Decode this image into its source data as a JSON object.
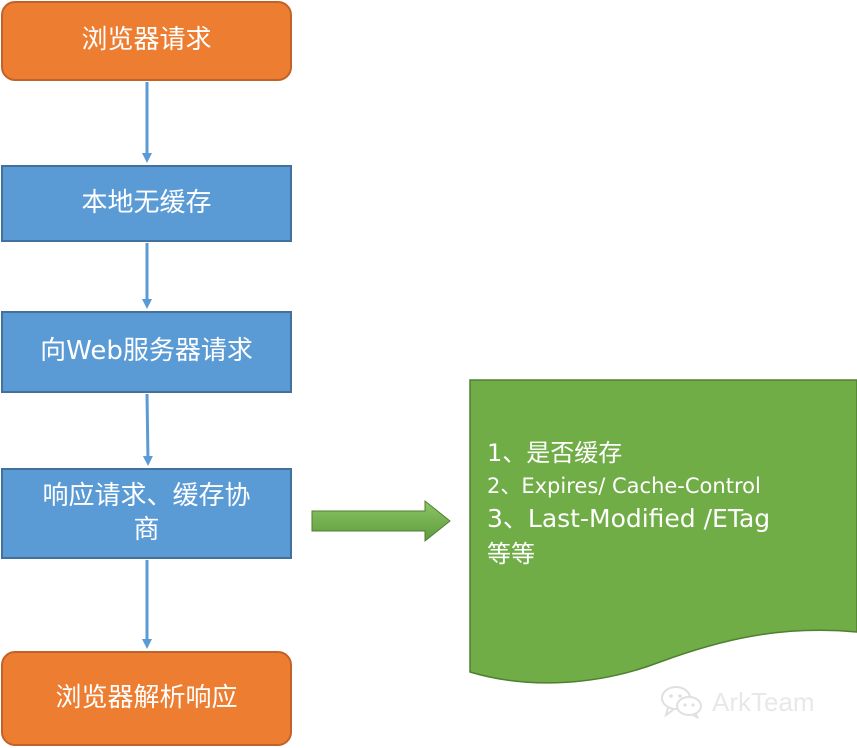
{
  "flow": {
    "step1": "浏览器请求",
    "step2": "本地无缓存",
    "step3": "向Web服务器请求",
    "step4_line1": "响应请求、缓存协",
    "step4_line2": "商",
    "step5": "浏览器解析响应"
  },
  "note": {
    "line1": "1、是否缓存",
    "line2": "2、Expires/ Cache-Control",
    "line3": "3、Last-Modified /ETag",
    "line4": "等等"
  },
  "watermark": {
    "icon": "wechat-icon",
    "text": "ArkTeam"
  },
  "colors": {
    "orange": "#ed7d31",
    "blue": "#5b9bd5",
    "green": "#70ad47",
    "connector": "#5b9bd5"
  }
}
